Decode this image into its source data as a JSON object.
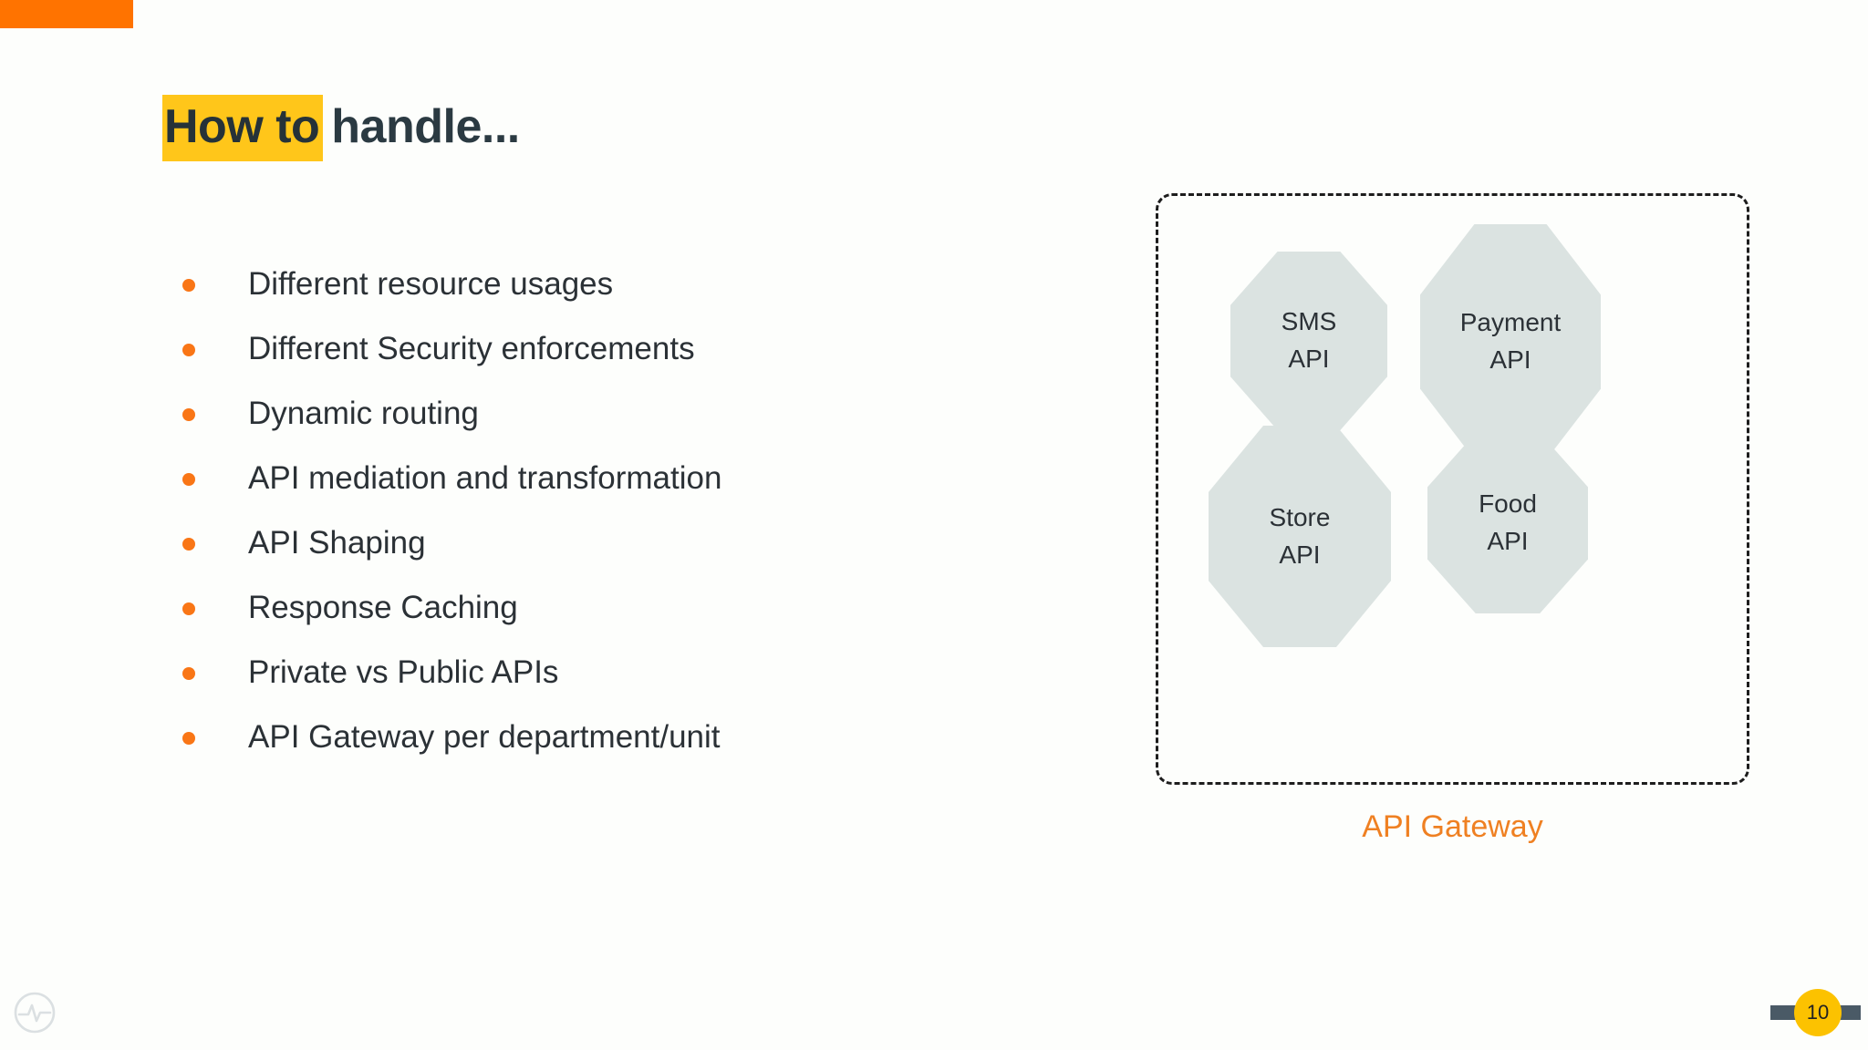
{
  "slide": {
    "title": {
      "highlighted": "How to",
      "rest": "handle..."
    },
    "accent_color": "#ff7300",
    "highlight_color": "#ffc61a",
    "bullet_color": "#f97616"
  },
  "bullets": [
    {
      "label": "Different resource usages"
    },
    {
      "label": "Different Security enforcements"
    },
    {
      "label": "Dynamic routing"
    },
    {
      "label": "API mediation and transformation"
    },
    {
      "label": "API Shaping"
    },
    {
      "label": "Response Caching"
    },
    {
      "label": "Private vs Public APIs"
    },
    {
      "label": "API Gateway per department/unit"
    }
  ],
  "diagram": {
    "caption": "API Gateway",
    "caption_color": "#ef8022",
    "node_fill": "#dbe3e1",
    "nodes": [
      {
        "line1": "SMS",
        "line2": "API"
      },
      {
        "line1": "Payment",
        "line2": "API"
      },
      {
        "line1": "Store",
        "line2": "API"
      },
      {
        "line1": "Food",
        "line2": "API"
      }
    ]
  },
  "footer": {
    "page_number": "10",
    "badge_color": "#fcc200",
    "bar_color": "#4a5a66",
    "logo_name": "pulse-circle-logo"
  }
}
